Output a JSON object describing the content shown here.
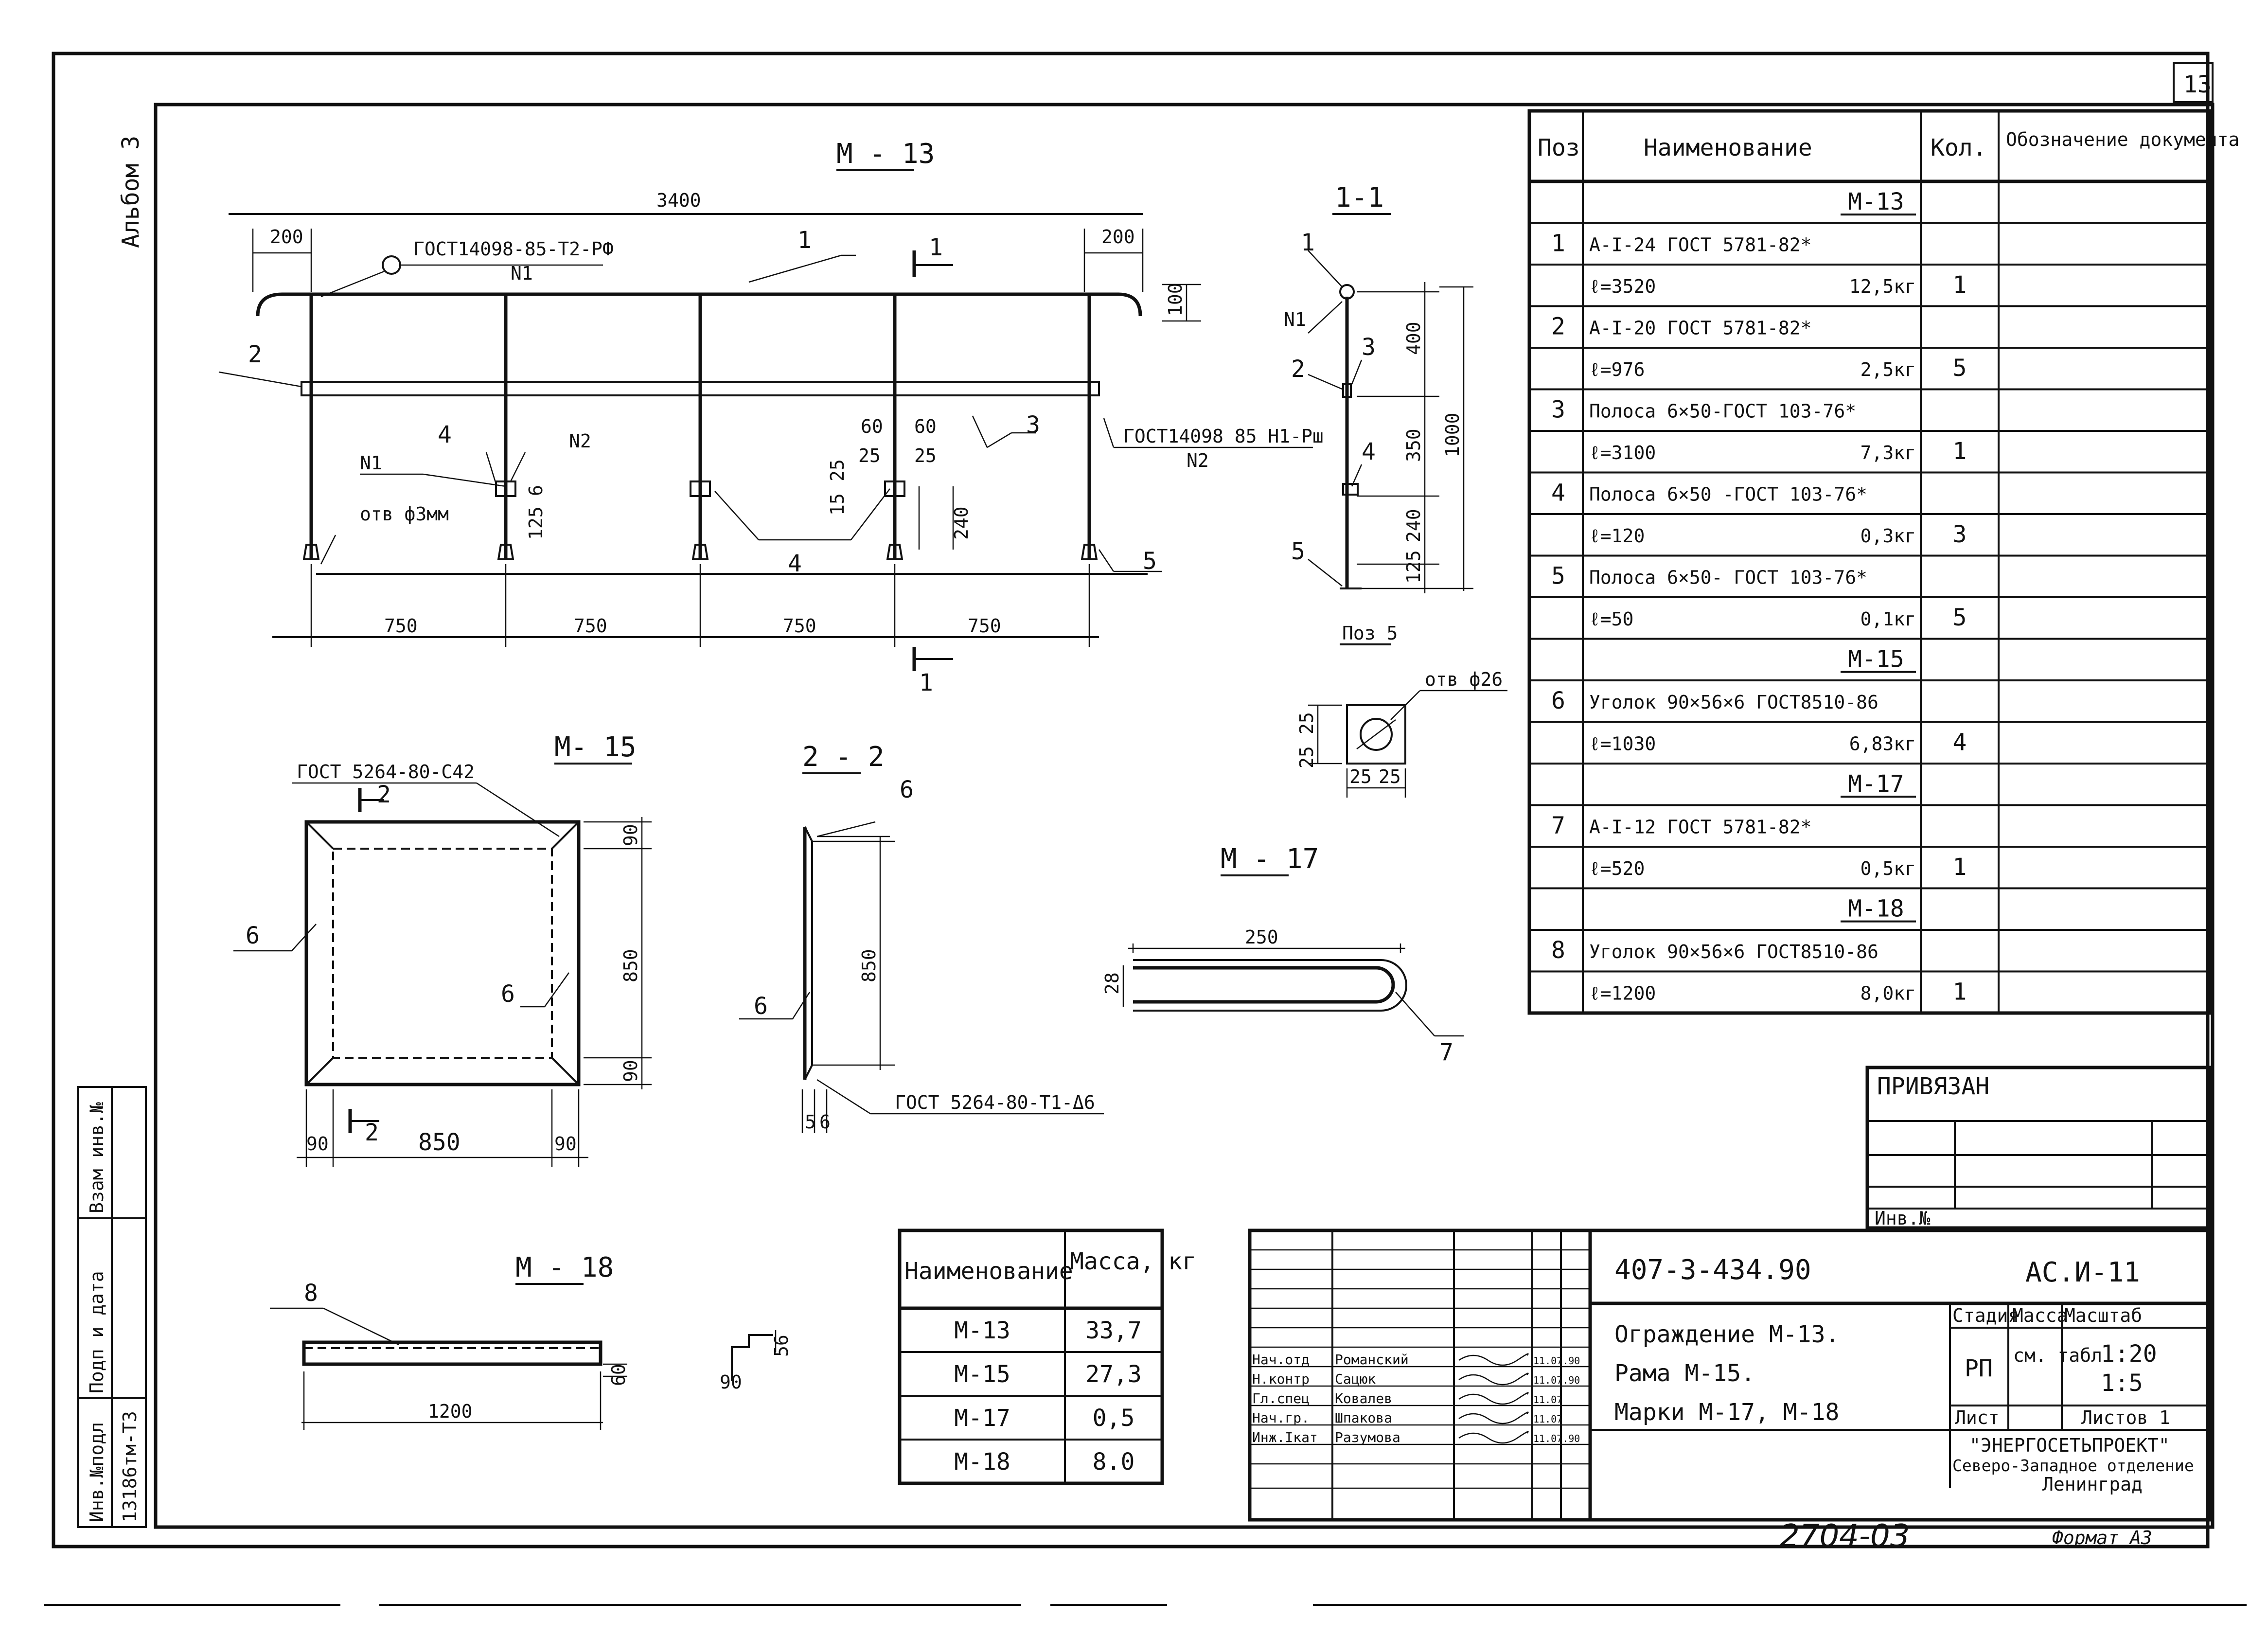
{
  "sheet_number": "13",
  "album_label": "Альбом 3",
  "stamp_number": "2704-03",
  "format_label": "Формат А3",
  "left_margin": {
    "vzam": "Взам инв.№",
    "podp": "Подп и дата",
    "inv": "Инв.№подл",
    "inv_value": "13186тм-Т3"
  },
  "m13": {
    "title": "М - 13",
    "dim_total": "3400",
    "dim_left": "200",
    "dim_right": "200",
    "dim_100": "100",
    "gost_top": "ГОСТ14098-85-Т2-РФ",
    "n1_top": "N1",
    "gost_right": "ГОСТ14098 85 Н1-Рш",
    "n2_right": "N2",
    "n1_left": "N1",
    "n2_mid": "N2",
    "hole": "отв ф3мм",
    "d125": "125",
    "d6": "6",
    "d60a": "60",
    "d60b": "60",
    "d25a": "25",
    "d25b": "25",
    "d15": "15",
    "d25c": "25",
    "d240": "240",
    "pos1": "1",
    "pos2": "2",
    "pos3": "3",
    "pos4a": "4",
    "pos4b": "4",
    "pos5": "5",
    "cut1_top": "1",
    "cut1_bottom": "1",
    "spans": [
      "750",
      "750",
      "750",
      "750"
    ]
  },
  "section11": {
    "title": "1-1",
    "pos1": "1",
    "n1": "N1",
    "pos2": "2",
    "pos3": "3",
    "pos4": "4",
    "pos5": "5",
    "d400": "400",
    "d350": "350",
    "d240": "240",
    "d125": "125",
    "d1000": "1000"
  },
  "poz5": {
    "title": "Поз 5",
    "hole": "отв ф26",
    "d25a": "25",
    "d25b": "25",
    "d25c": "25",
    "d25d": "25"
  },
  "m15": {
    "title": "М- 15",
    "gost": "ГОСТ 5264-80-С42",
    "cut2": "2",
    "cut2b": "2",
    "pos6a": "6",
    "pos6b": "6",
    "d90t": "90",
    "d850v": "850",
    "d90b": "90",
    "d90l": "90",
    "d850h": "850",
    "d90r": "90"
  },
  "section22": {
    "title": "2 - 2",
    "pos6a": "6",
    "pos6b": "6",
    "d850": "850",
    "d5": "5",
    "d6": "6",
    "gost": "ГОСТ 5264-80-Т1-Δ6"
  },
  "m17": {
    "title": "М - 17",
    "d250": "250",
    "d28": "28",
    "pos7": "7"
  },
  "m18": {
    "title": "М - 18",
    "pos8": "8",
    "d1200": "1200",
    "d60": "60",
    "d90": "90",
    "d56": "56"
  },
  "spec": {
    "headers": [
      "Поз",
      "Наименование",
      "Кол.",
      "Обозначение документа"
    ],
    "rows": [
      {
        "kind": "group",
        "name": "М-13"
      },
      {
        "kind": "item",
        "pos": "1",
        "name": "А-Ӏ-24 ГОСТ 5781-82*",
        "qty": ""
      },
      {
        "kind": "sub",
        "name": "ℓ=3520",
        "mass": "12,5кг",
        "qty": "1"
      },
      {
        "kind": "item",
        "pos": "2",
        "name": "А-Ӏ-20 ГОСТ 5781-82*",
        "qty": ""
      },
      {
        "kind": "sub",
        "name": "ℓ=976",
        "mass": "2,5кг",
        "qty": "5"
      },
      {
        "kind": "item",
        "pos": "3",
        "name": "Полоса 6×50-ГОСТ 103-76*",
        "qty": ""
      },
      {
        "kind": "sub",
        "name": "ℓ=3100",
        "mass": "7,3кг",
        "qty": "1"
      },
      {
        "kind": "item",
        "pos": "4",
        "name": "Полоса 6×50 -ГОСТ 103-76*",
        "qty": ""
      },
      {
        "kind": "sub",
        "name": "ℓ=120",
        "mass": "0,3кг",
        "qty": "3"
      },
      {
        "kind": "item",
        "pos": "5",
        "name": "Полоса 6×50- ГОСТ 103-76*",
        "qty": ""
      },
      {
        "kind": "sub",
        "name": "ℓ=50",
        "mass": "0,1кг",
        "qty": "5"
      },
      {
        "kind": "group",
        "name": "М-15"
      },
      {
        "kind": "item",
        "pos": "6",
        "name": "Уголок 90×56×6 ГОСТ8510-86",
        "qty": ""
      },
      {
        "kind": "sub",
        "name": "ℓ=1030",
        "mass": "6,83кг",
        "qty": "4"
      },
      {
        "kind": "group",
        "name": "М-17"
      },
      {
        "kind": "item",
        "pos": "7",
        "name": "А-Ӏ-12 ГОСТ 5781-82*",
        "qty": ""
      },
      {
        "kind": "sub",
        "name": "ℓ=520",
        "mass": "0,5кг",
        "qty": "1"
      },
      {
        "kind": "group",
        "name": "М-18"
      },
      {
        "kind": "item",
        "pos": "8",
        "name": "Уголок 90×56×6 ГОСТ8510-86",
        "qty": ""
      },
      {
        "kind": "sub",
        "name": "ℓ=1200",
        "mass": "8,0кг",
        "qty": "1"
      }
    ]
  },
  "mass_table": {
    "headers": [
      "Наименование",
      "Масса, кг"
    ],
    "rows": [
      {
        "name": "М-13",
        "mass": "33,7"
      },
      {
        "name": "М-15",
        "mass": "27,3"
      },
      {
        "name": "М-17",
        "mass": "0,5"
      },
      {
        "name": "М-18",
        "mass": "8.0"
      }
    ]
  },
  "privyazan": {
    "label": "ПРИВЯЗАН",
    "inv": "Инв.№"
  },
  "title_block": {
    "doc_code": "407-3-434.90",
    "sheet_code": "АС.И-11",
    "title_lines": [
      "Ограждение М-13.",
      "Рама М-15.",
      "Марки М-17, М-18"
    ],
    "stage_header": "Стадия",
    "mass_header": "Масса",
    "scale_header": "Масштаб",
    "stage": "РП",
    "mass_value": "см. табл",
    "scales": [
      "1:20",
      "1:5"
    ],
    "sheet_label": "Лист",
    "sheets_label": "Листов 1",
    "org": [
      "\"ЭНЕРГОСЕТЬПРОЕКТ\"",
      "Северо-Западное отделение",
      "Ленинград"
    ],
    "signatures": [
      {
        "role": "Нач.отд",
        "name": "Романский",
        "date": "11.07.90"
      },
      {
        "role": "Н.контр",
        "name": "Сацюк",
        "date": "11.07.90"
      },
      {
        "role": "Гл.спец",
        "name": "Ковалев",
        "date": "11.07"
      },
      {
        "role": "Нач.гр.",
        "name": "Шпакова",
        "date": "11.07"
      },
      {
        "role": "Инж.Ӏкат",
        "name": "Разумова",
        "date": "11.07.90"
      }
    ]
  }
}
